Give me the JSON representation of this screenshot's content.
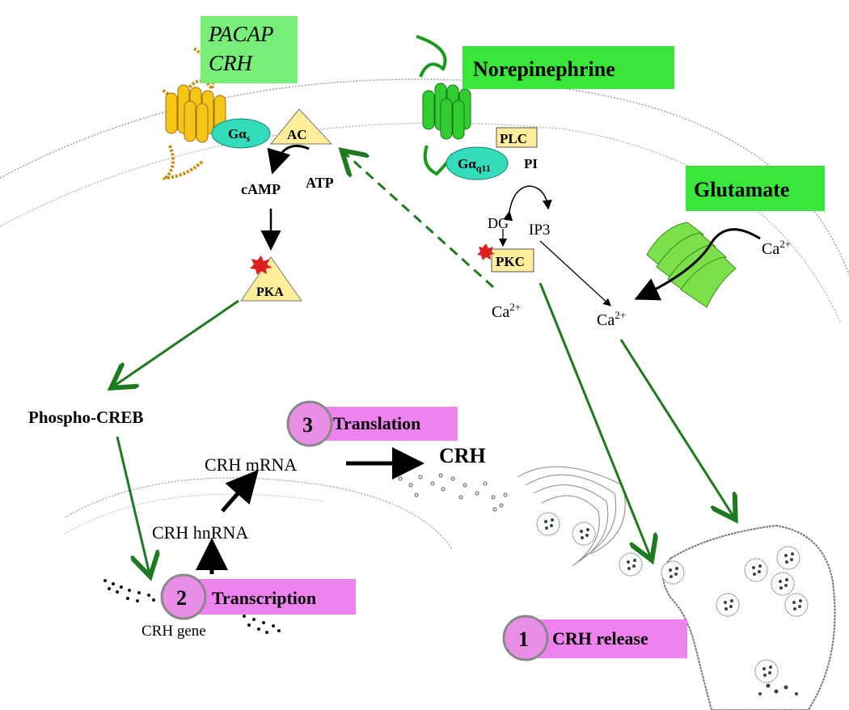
{
  "ligands": {
    "pacap_line1": "PACAP",
    "pacap_line2": "CRH",
    "norepinephrine": "Norepinephrine",
    "glutamate": "Glutamate"
  },
  "proteins": {
    "g_alpha_s": "Gα",
    "g_alpha_s_sub": "s",
    "ac": "AC",
    "plc": "PLC",
    "g_alpha_q": "Gα",
    "g_alpha_q_sub": "q11",
    "pi": "PI",
    "pka": "PKA",
    "pkc": "PKC"
  },
  "molecules": {
    "camp": "cAMP",
    "atp": "ATP",
    "dg": "DG",
    "ip3": "IP3",
    "ca_label": "Ca",
    "ca_sup": "2+",
    "phospho_creb": "Phospho-CREB",
    "crh_mrna": "CRH mRNA",
    "crh_hnrna": "CRH hnRNA",
    "crh_gene": "CRH gene",
    "crh": "CRH"
  },
  "steps": [
    {
      "number": "1",
      "label": "CRH release"
    },
    {
      "number": "2",
      "label": "Transcription"
    },
    {
      "number": "3",
      "label": "Translation"
    }
  ],
  "colors": {
    "ligand_box": "#39e639",
    "ligand_box_light": "#77ee77",
    "step_box": "#ee82ee",
    "step_circle": "#e98ee6",
    "g_protein": "#33ddbb",
    "enzyme": "#ffef9a",
    "arrow_green": "#1e7a1e",
    "receptor_gold": "#f5c518",
    "receptor_green": "#33cc33"
  }
}
